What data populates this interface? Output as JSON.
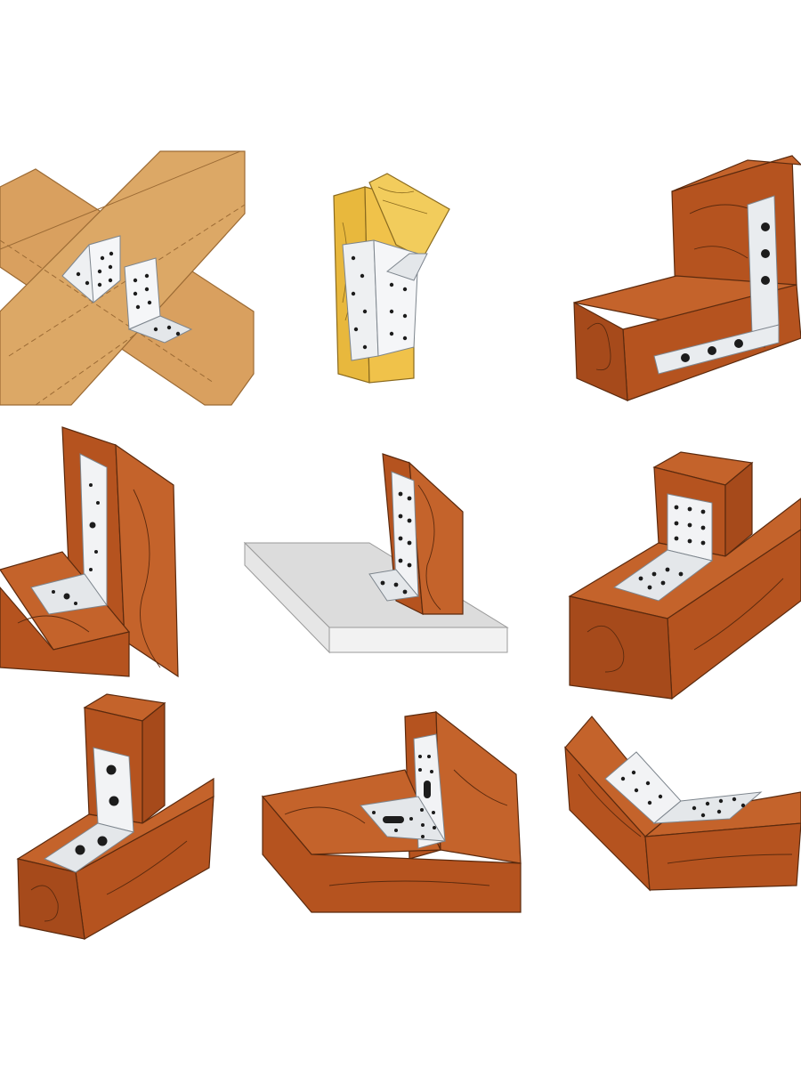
{
  "colors": {
    "background": "#ffffff",
    "light_wood": "#d9a05f",
    "light_wood_dark": "#b9834a",
    "yellow_wood": "#e8b83d",
    "yellow_wood_dark": "#c99a2e",
    "red_wood": "#b5531f",
    "red_wood_dark": "#8a3a14",
    "red_wood_side": "#c4632b",
    "grain": "#5b2a0e",
    "metal": "#e9ecef",
    "metal_shade": "#c9ced4",
    "metal_edge": "#7d858d",
    "hole": "#1c1c1c",
    "concrete_top": "#dcdcdc",
    "concrete_side": "#f2f2f2",
    "concrete_edge": "#9a9a9a"
  },
  "panels": [
    {
      "id": "crossed-beams-with-angle-brackets",
      "bracket": "perforated-angle",
      "wood": "light"
    },
    {
      "id": "angled-post-joint-with-bracket",
      "bracket": "perforated-plate",
      "wood": "yellow"
    },
    {
      "id": "step-joint-with-l-strap",
      "bracket": "flat-l-strap",
      "wood": "red"
    },
    {
      "id": "corner-joint-with-long-angle",
      "bracket": "perforated-angle",
      "wood": "red"
    },
    {
      "id": "beam-on-concrete-slab-with-angle",
      "bracket": "perforated-angle",
      "wood": "red"
    },
    {
      "id": "post-on-beam-with-wide-angle",
      "bracket": "perforated-angle",
      "wood": "red"
    },
    {
      "id": "post-on-beam-with-large-hole-angle",
      "bracket": "large-hole-angle",
      "wood": "red"
    },
    {
      "id": "corner-joint-with-slotted-angle",
      "bracket": "slotted-angle",
      "wood": "red"
    },
    {
      "id": "obtuse-angle-joint-with-bracket",
      "bracket": "perforated-angle",
      "wood": "red"
    }
  ]
}
